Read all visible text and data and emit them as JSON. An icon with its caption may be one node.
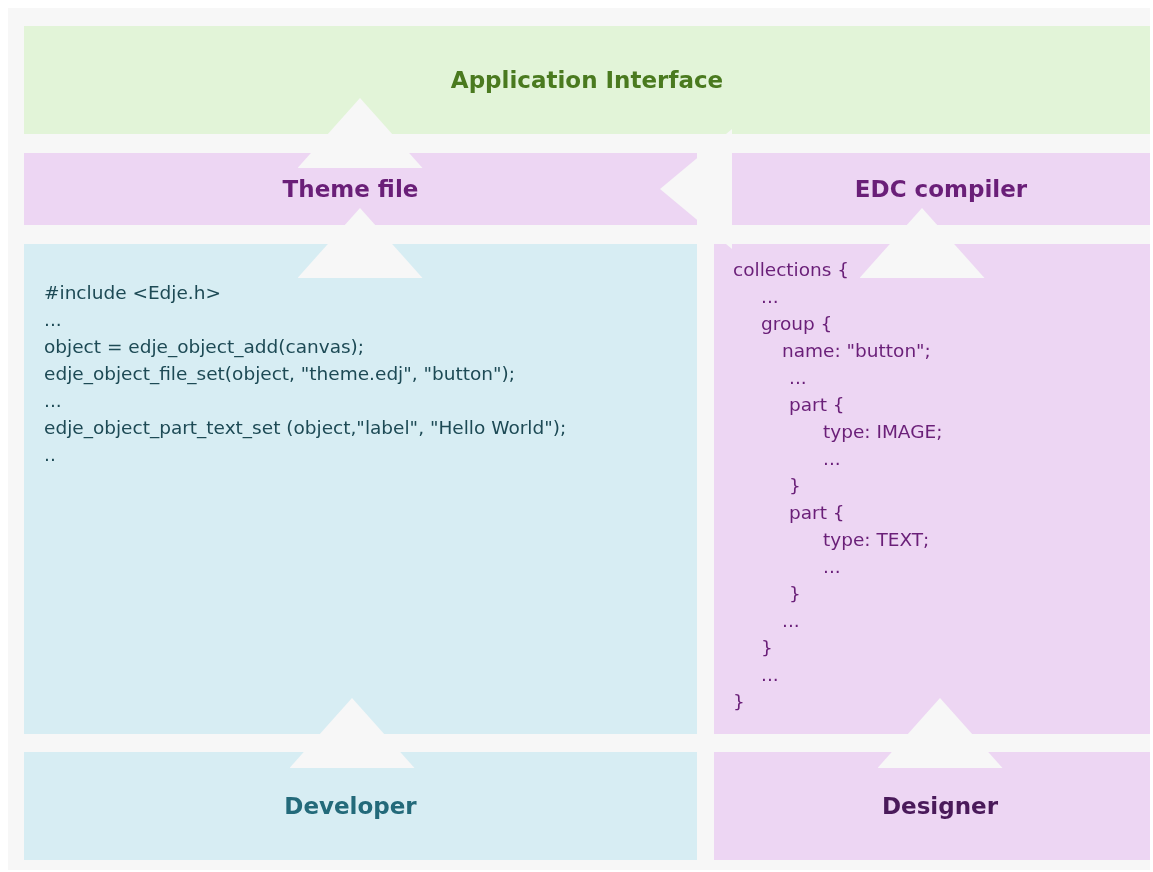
{
  "diagram": {
    "nodes": [
      {
        "text": [
          "Application Interface"
        ]
      },
      {
        "text": [
          "Theme file"
        ]
      },
      {
        "text": [
          "EDC compiler"
        ]
      },
      {
        "text": [
          "#include <Edje.h>",
          "...",
          "object = edje_object_add(canvas);",
          "edje_object_file_set(object, \"theme.edj\", \"button\");",
          "...",
          "edje_object_part_text_set (object,\"label\", \"Hello World\");",
          ".."
        ]
      },
      {
        "text": [
          "collections {",
          "...",
          "group {",
          "name: \"button\";",
          "...",
          "part {",
          "type: IMAGE;",
          "...",
          "}",
          "part {",
          "type: TEXT;",
          "...",
          "}",
          "...",
          "}",
          "...",
          "}"
        ]
      },
      {
        "text": [
          "Developer"
        ]
      },
      {
        "text": [
          "Designer"
        ]
      }
    ],
    "edges": [
      {
        "from": 5,
        "to": 3,
        "arrow": "to"
      },
      {
        "from": 3,
        "to": 1,
        "arrow": "to"
      },
      {
        "from": 1,
        "to": 0,
        "arrow": "to"
      },
      {
        "from": 6,
        "to": 4,
        "arrow": "to"
      },
      {
        "from": 4,
        "to": 2,
        "arrow": "to"
      },
      {
        "from": 2,
        "to": 1,
        "arrow": "to"
      }
    ]
  }
}
